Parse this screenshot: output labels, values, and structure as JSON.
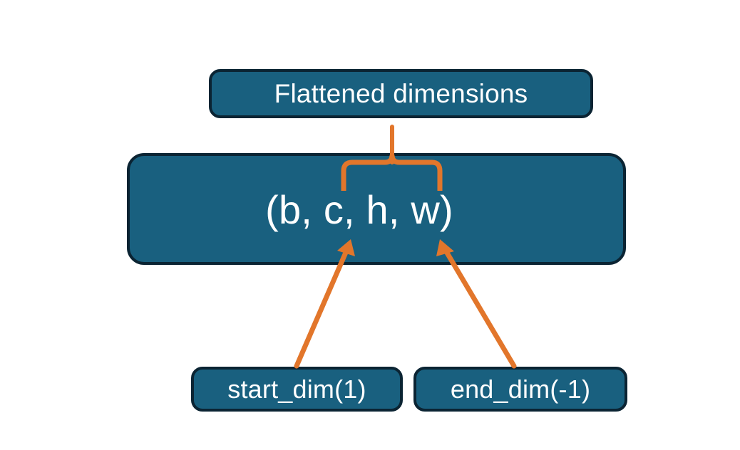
{
  "diagram": {
    "title_node": {
      "label": "Flattened dimensions",
      "name": "flattened-dimensions-node"
    },
    "shape_node": {
      "label": "(b, c, h, w)",
      "name": "tensor-shape-node",
      "dims": [
        "b",
        "c",
        "h",
        "w"
      ]
    },
    "start_node": {
      "label": "start_dim(1)",
      "name": "start-dim-node"
    },
    "end_node": {
      "label": "end_dim(-1)",
      "name": "end-dim-node"
    },
    "connectors": [
      {
        "name": "flatten-brace",
        "kind": "curly-brace",
        "from": "tensor-shape-node",
        "to": "flattened-dimensions-node",
        "spans_dims": [
          "c",
          "h",
          "w"
        ]
      },
      {
        "name": "start-dim-arrow",
        "kind": "arrow",
        "from": "start-dim-node",
        "to": "dim-c"
      },
      {
        "name": "end-dim-arrow",
        "kind": "arrow",
        "from": "end-dim-node",
        "to": "dim-w"
      }
    ],
    "colors": {
      "node_fill": "#19607F",
      "node_border": "#0B2433",
      "node_text": "#FFFFFF",
      "accent": "#E2762B",
      "background": "#FFFFFF"
    }
  }
}
